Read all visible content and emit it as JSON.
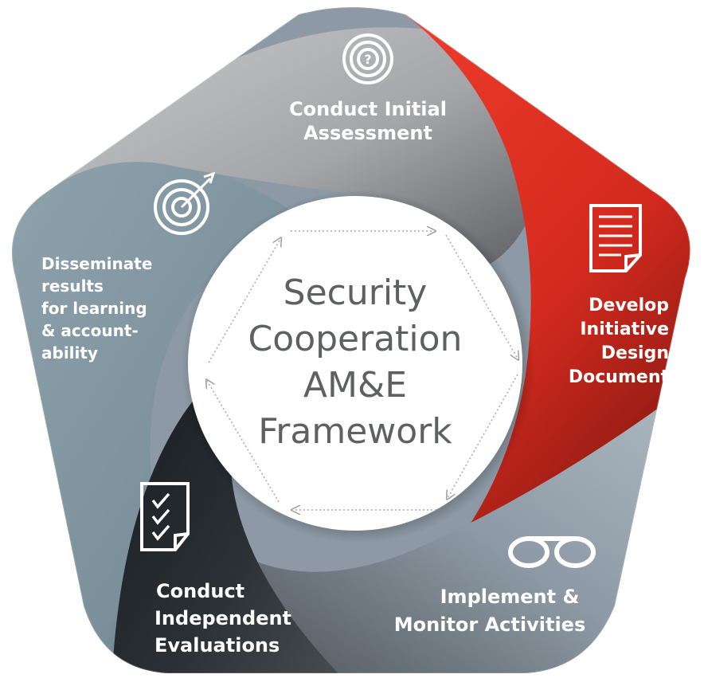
{
  "center": {
    "line1": "Security",
    "line2": "Cooperation",
    "line3": "AM&E",
    "line4": "Framework"
  },
  "segments": {
    "top": {
      "line1": "Conduct Initial",
      "line2": "Assessment",
      "icon": "question-target-icon",
      "color": "#a9abad"
    },
    "right": {
      "line1": "Develop",
      "line2": "Initiative",
      "line3": "Design",
      "line4": "Document",
      "icon": "document-icon",
      "color": "#d62a1d"
    },
    "bottom_right": {
      "line1": "Implement &",
      "line2": "Monitor Activities",
      "icon": "glasses-icon",
      "color": "#8e9ba6"
    },
    "bottom_left": {
      "line1": "Conduct",
      "line2": "Independent",
      "line3": "Evaluations",
      "icon": "checklist-icon",
      "color": "#23282d"
    },
    "left": {
      "line1": "Disseminate",
      "line2": "results",
      "line3": "for learning",
      "line4": "& account-",
      "line5": "ability",
      "icon": "target-arrow-icon",
      "color": "#7e949f"
    }
  }
}
